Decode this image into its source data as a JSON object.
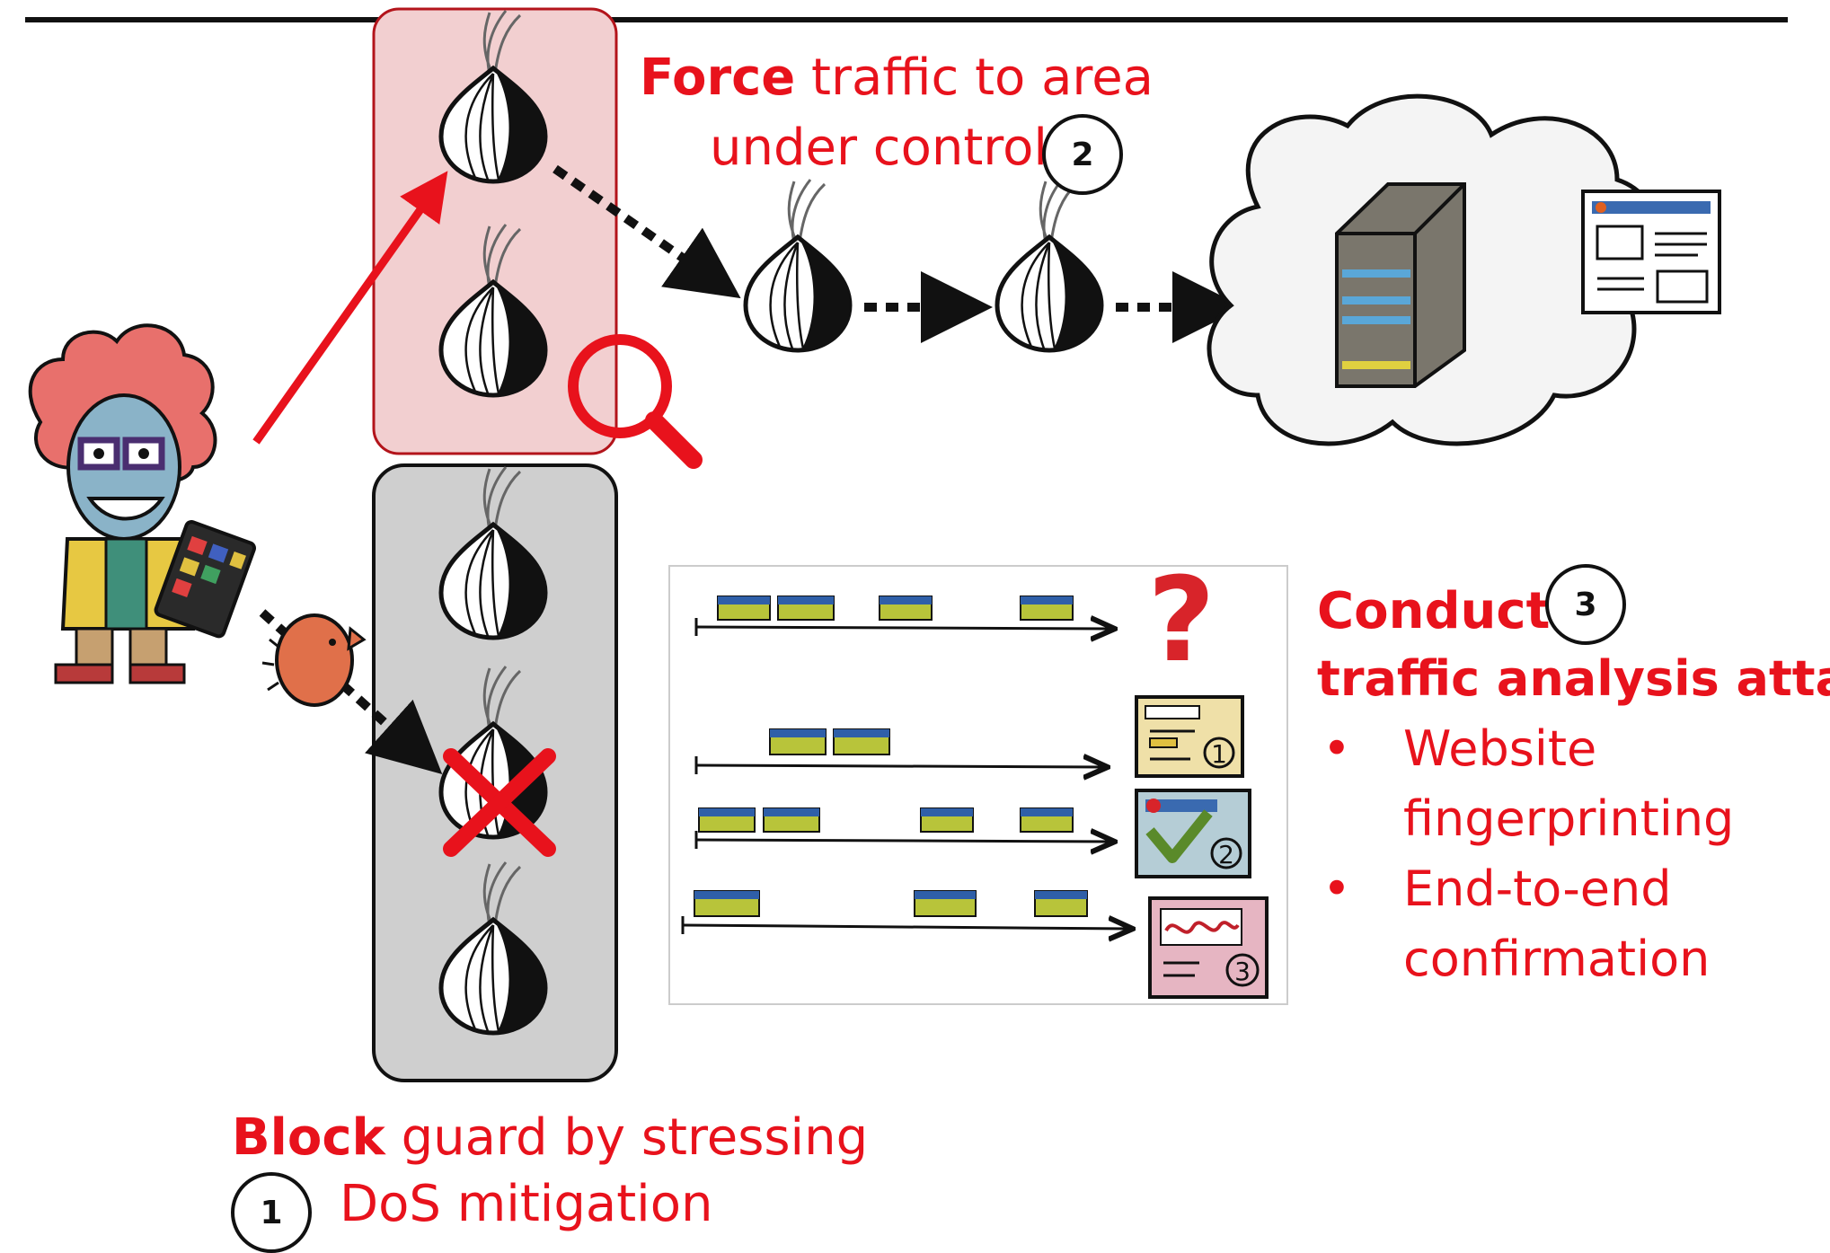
{
  "labels": {
    "force_bold": "Force",
    "force_rest": " traffic to area",
    "force_line2": "under control",
    "block_bold": "Block",
    "block_rest": " guard by stressing",
    "block_line2": "DoS mitigation",
    "conduct_bold": "Conduct",
    "conduct_line2": "traffic analysis attack"
  },
  "steps": {
    "one": "1",
    "two": "2",
    "three": "3"
  },
  "bullets": [
    {
      "line1": "Website",
      "line2": "fingerprinting"
    },
    {
      "line1": "End-to-end",
      "line2": "confirmation"
    }
  ],
  "bullet_glyph": "•",
  "fingerprint_badges": [
    "1",
    "2",
    "3"
  ],
  "unknown_mark": "?",
  "colors": {
    "accent_red": "#e8121c",
    "controlled_area_fill": "#f2cfd0",
    "guard_box_fill": "#cfcfcf",
    "packet_blue": "#2f5fa8",
    "packet_green": "#b8c43a"
  },
  "icons": [
    "tor-onion-icon",
    "adversary-character",
    "magnifier-icon",
    "server-icon",
    "webpage-icon",
    "blocked-x-icon",
    "checkmark-icon",
    "hedgehog-icon"
  ]
}
